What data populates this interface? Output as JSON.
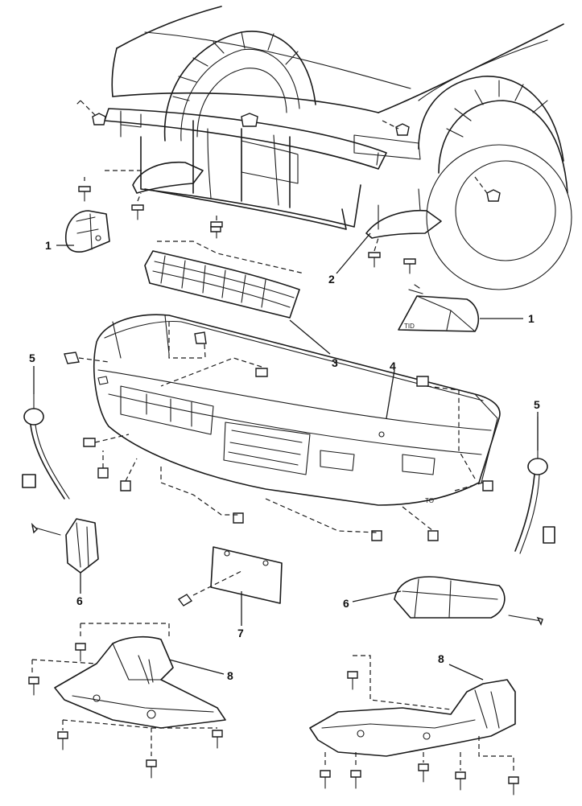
{
  "callouts": [
    {
      "id": "c1a",
      "text": "1"
    },
    {
      "id": "c1b",
      "text": "1"
    },
    {
      "id": "c2",
      "text": "2"
    },
    {
      "id": "c3",
      "text": "3"
    },
    {
      "id": "c4",
      "text": "4"
    },
    {
      "id": "c5a",
      "text": "5"
    },
    {
      "id": "c5b",
      "text": "5"
    },
    {
      "id": "c6a",
      "text": "6"
    },
    {
      "id": "c6b",
      "text": "6"
    },
    {
      "id": "c7",
      "text": "7"
    },
    {
      "id": "c8a",
      "text": "8"
    },
    {
      "id": "c8b",
      "text": "8"
    }
  ],
  "bumper_marking": "TO"
}
